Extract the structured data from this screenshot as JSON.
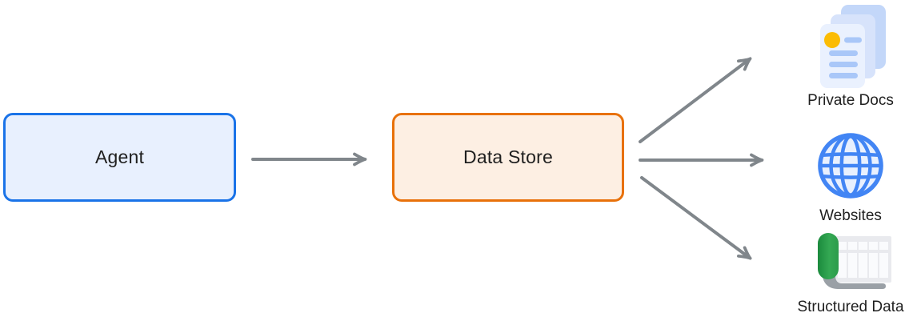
{
  "diagram": {
    "agent": {
      "label": "Agent"
    },
    "data_store": {
      "label": "Data Store"
    },
    "targets": [
      {
        "id": "private-docs",
        "label": "Private Docs",
        "icon": "documents-stack-icon"
      },
      {
        "id": "websites",
        "label": "Websites",
        "icon": "globe-icon"
      },
      {
        "id": "structured-data",
        "label": "Structured Data",
        "icon": "spreadsheet-scroll-icon"
      }
    ],
    "connections": [
      {
        "from": "agent",
        "to": "data-store"
      },
      {
        "from": "data-store",
        "to": "private-docs"
      },
      {
        "from": "data-store",
        "to": "websites"
      },
      {
        "from": "data-store",
        "to": "structured-data"
      }
    ],
    "colors": {
      "agent_fill": "#E8F0FE",
      "agent_border": "#1A73E8",
      "data_store_fill": "#FDEFE3",
      "data_store_border": "#E8710A",
      "arrow": "#80868B",
      "doc_sheet_back": "#C3D7F9",
      "doc_sheet_mid": "#D7E3FB",
      "doc_sheet_front": "#EAF1FE",
      "doc_lines": "#A9C7F8",
      "doc_bullet_yellow": "#FBBC04",
      "globe_stroke": "#4285F4",
      "globe_fill": "#E8F0FE",
      "spreadsheet_green": "#34A853",
      "spreadsheet_gray": "#9AA0A6",
      "spreadsheet_sheet": "#E9EAEE",
      "text": "#1F1F1F"
    }
  }
}
